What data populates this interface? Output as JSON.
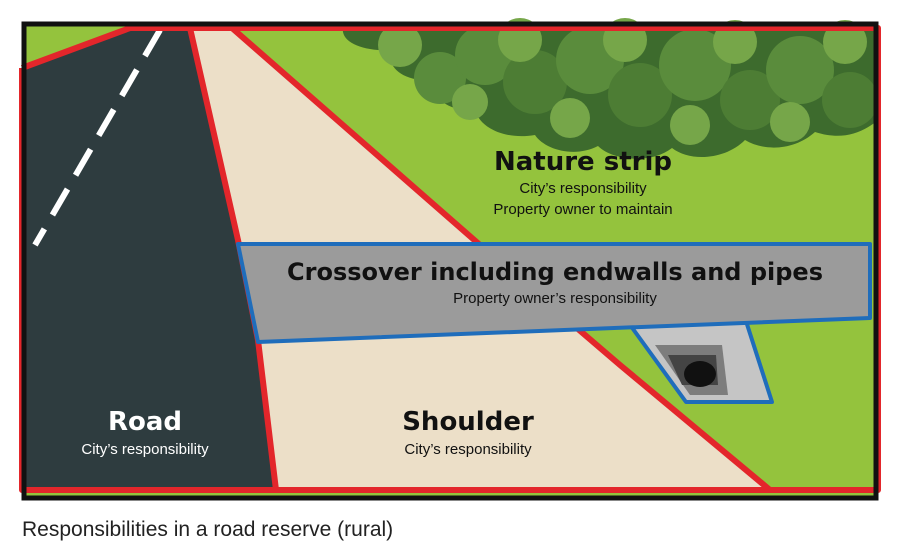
{
  "colors": {
    "frame": "#111111",
    "grass": "#94c33d",
    "grass_edge": "#7aa731",
    "road": "#2e3c3f",
    "road_marking": "#ffffff",
    "shoulder": "#ecdfc8",
    "trees_dark": "#3d6b2d",
    "trees_mid": "#5a8c3c",
    "trees_light": "#76a649",
    "crossover": "#9b9b9b",
    "crossover_light": "#c5c5c5",
    "pipe": "#222222",
    "boundary_red": "#e3262b",
    "boundary_blue": "#1f6dbb",
    "text": "#111111",
    "text_light": "#ffffff"
  },
  "zones": {
    "nature_strip": {
      "title": "Nature strip",
      "line1": "City’s responsibility",
      "line2": "Property owner to maintain"
    },
    "crossover": {
      "title": "Crossover including endwalls and pipes",
      "line1": "Property owner’s responsibility"
    },
    "road": {
      "title": "Road",
      "line1": "City’s responsibility"
    },
    "shoulder": {
      "title": "Shoulder",
      "line1": "City’s responsibility"
    }
  },
  "caption": "Responsibilities in a road reserve (rural)"
}
